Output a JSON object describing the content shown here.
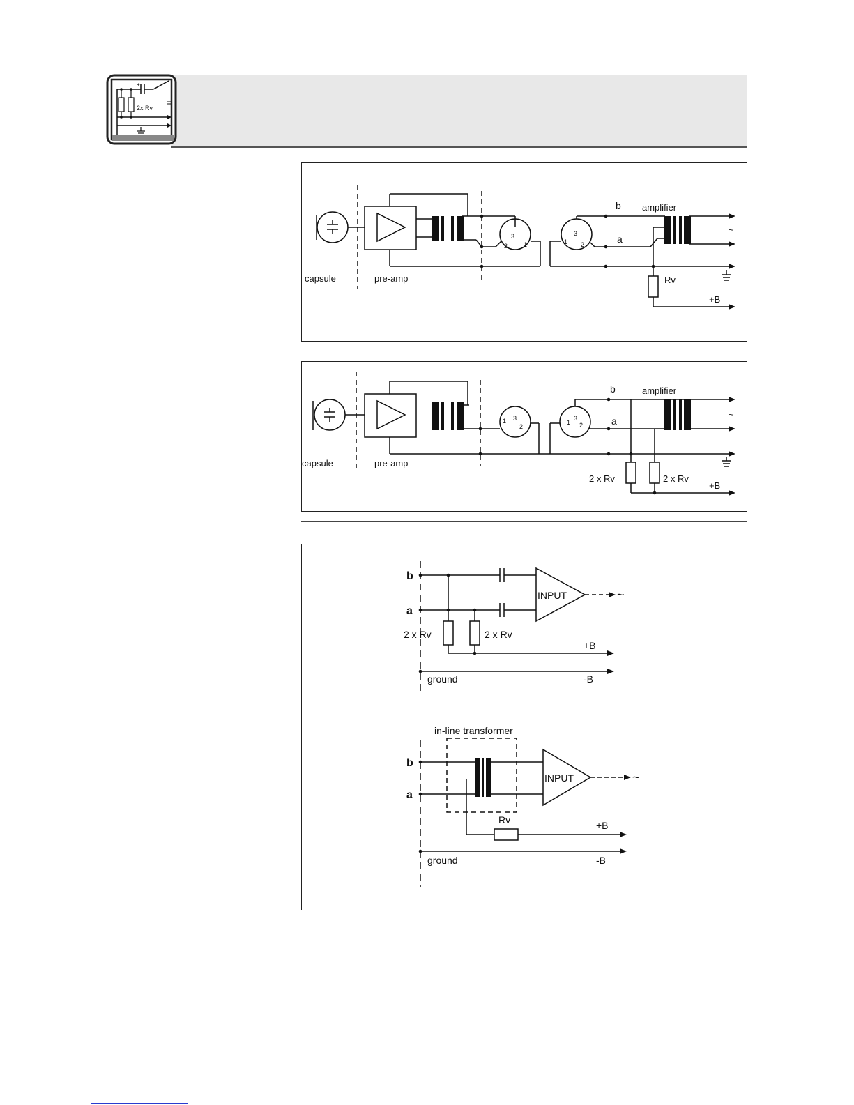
{
  "logo": {
    "label": "2x Rv"
  },
  "figure1": {
    "capsule": "capsule",
    "preamp": "pre-amp",
    "amplifier": "amplifier",
    "b": "b",
    "a": "a",
    "rv": "Rv",
    "plus_b": "+B",
    "tilde": "~",
    "pin1": "1",
    "pin2": "2",
    "pin3": "3"
  },
  "figure2": {
    "capsule": "capsule",
    "preamp": "pre-amp",
    "amplifier": "amplifier",
    "b": "b",
    "a": "a",
    "rv_left": "2 x Rv",
    "rv_right": "2 x Rv",
    "plus_b": "+B",
    "tilde1": "~",
    "tilde2": "~",
    "pin1": "1",
    "pin2": "2",
    "pin3": "3"
  },
  "figure3": {
    "b": "b",
    "a": "a",
    "input": "INPUT",
    "tilde": "~",
    "rv_left": "2 x Rv",
    "rv_right": "2 x Rv",
    "plus_b": "+B",
    "minus_b": "-B",
    "ground": "ground"
  },
  "figure4": {
    "transformer_label": "in-line transformer",
    "b": "b",
    "a": "a",
    "input": "INPUT",
    "tilde": "~",
    "rv": "Rv",
    "plus_b": "+B",
    "minus_b": "-B",
    "ground": "ground"
  }
}
